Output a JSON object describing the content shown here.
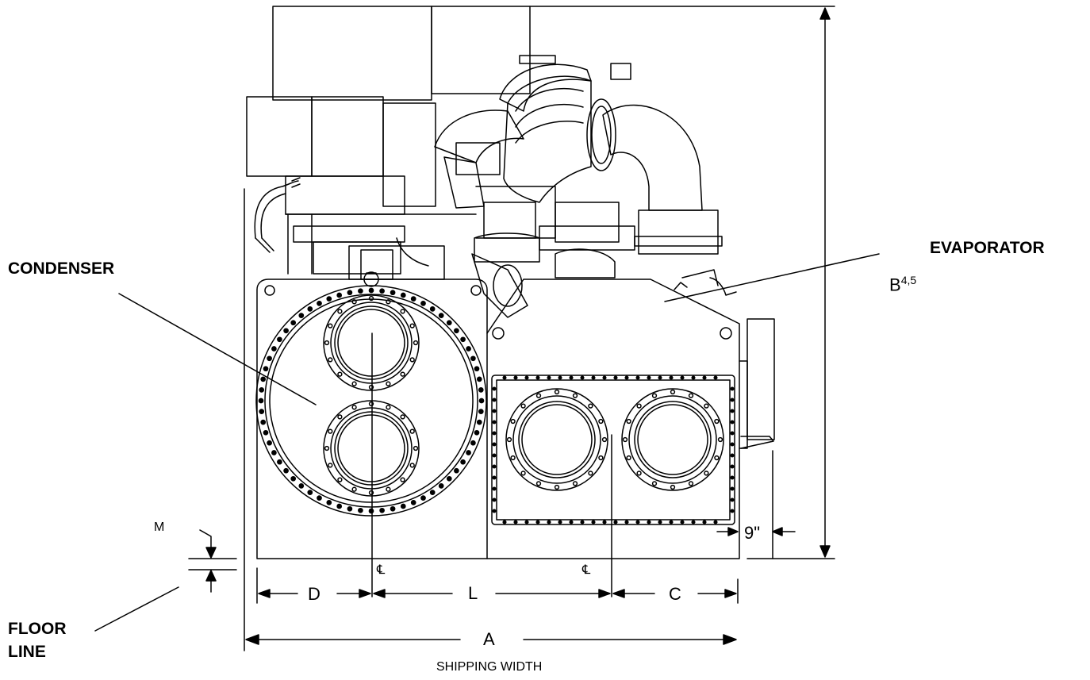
{
  "labels": {
    "condenser": "CONDENSER",
    "evaporator": "EVAPORATOR",
    "floor_line_1": "FLOOR",
    "floor_line_2": "LINE",
    "shipping_width": "SHIPPING WIDTH"
  },
  "dimensions": {
    "a": "A",
    "b": "B",
    "b_sup": "4,5",
    "c": "C",
    "d": "D",
    "l": "L",
    "m": "M",
    "nine_inch": "9\"",
    "centerline": "℄"
  }
}
